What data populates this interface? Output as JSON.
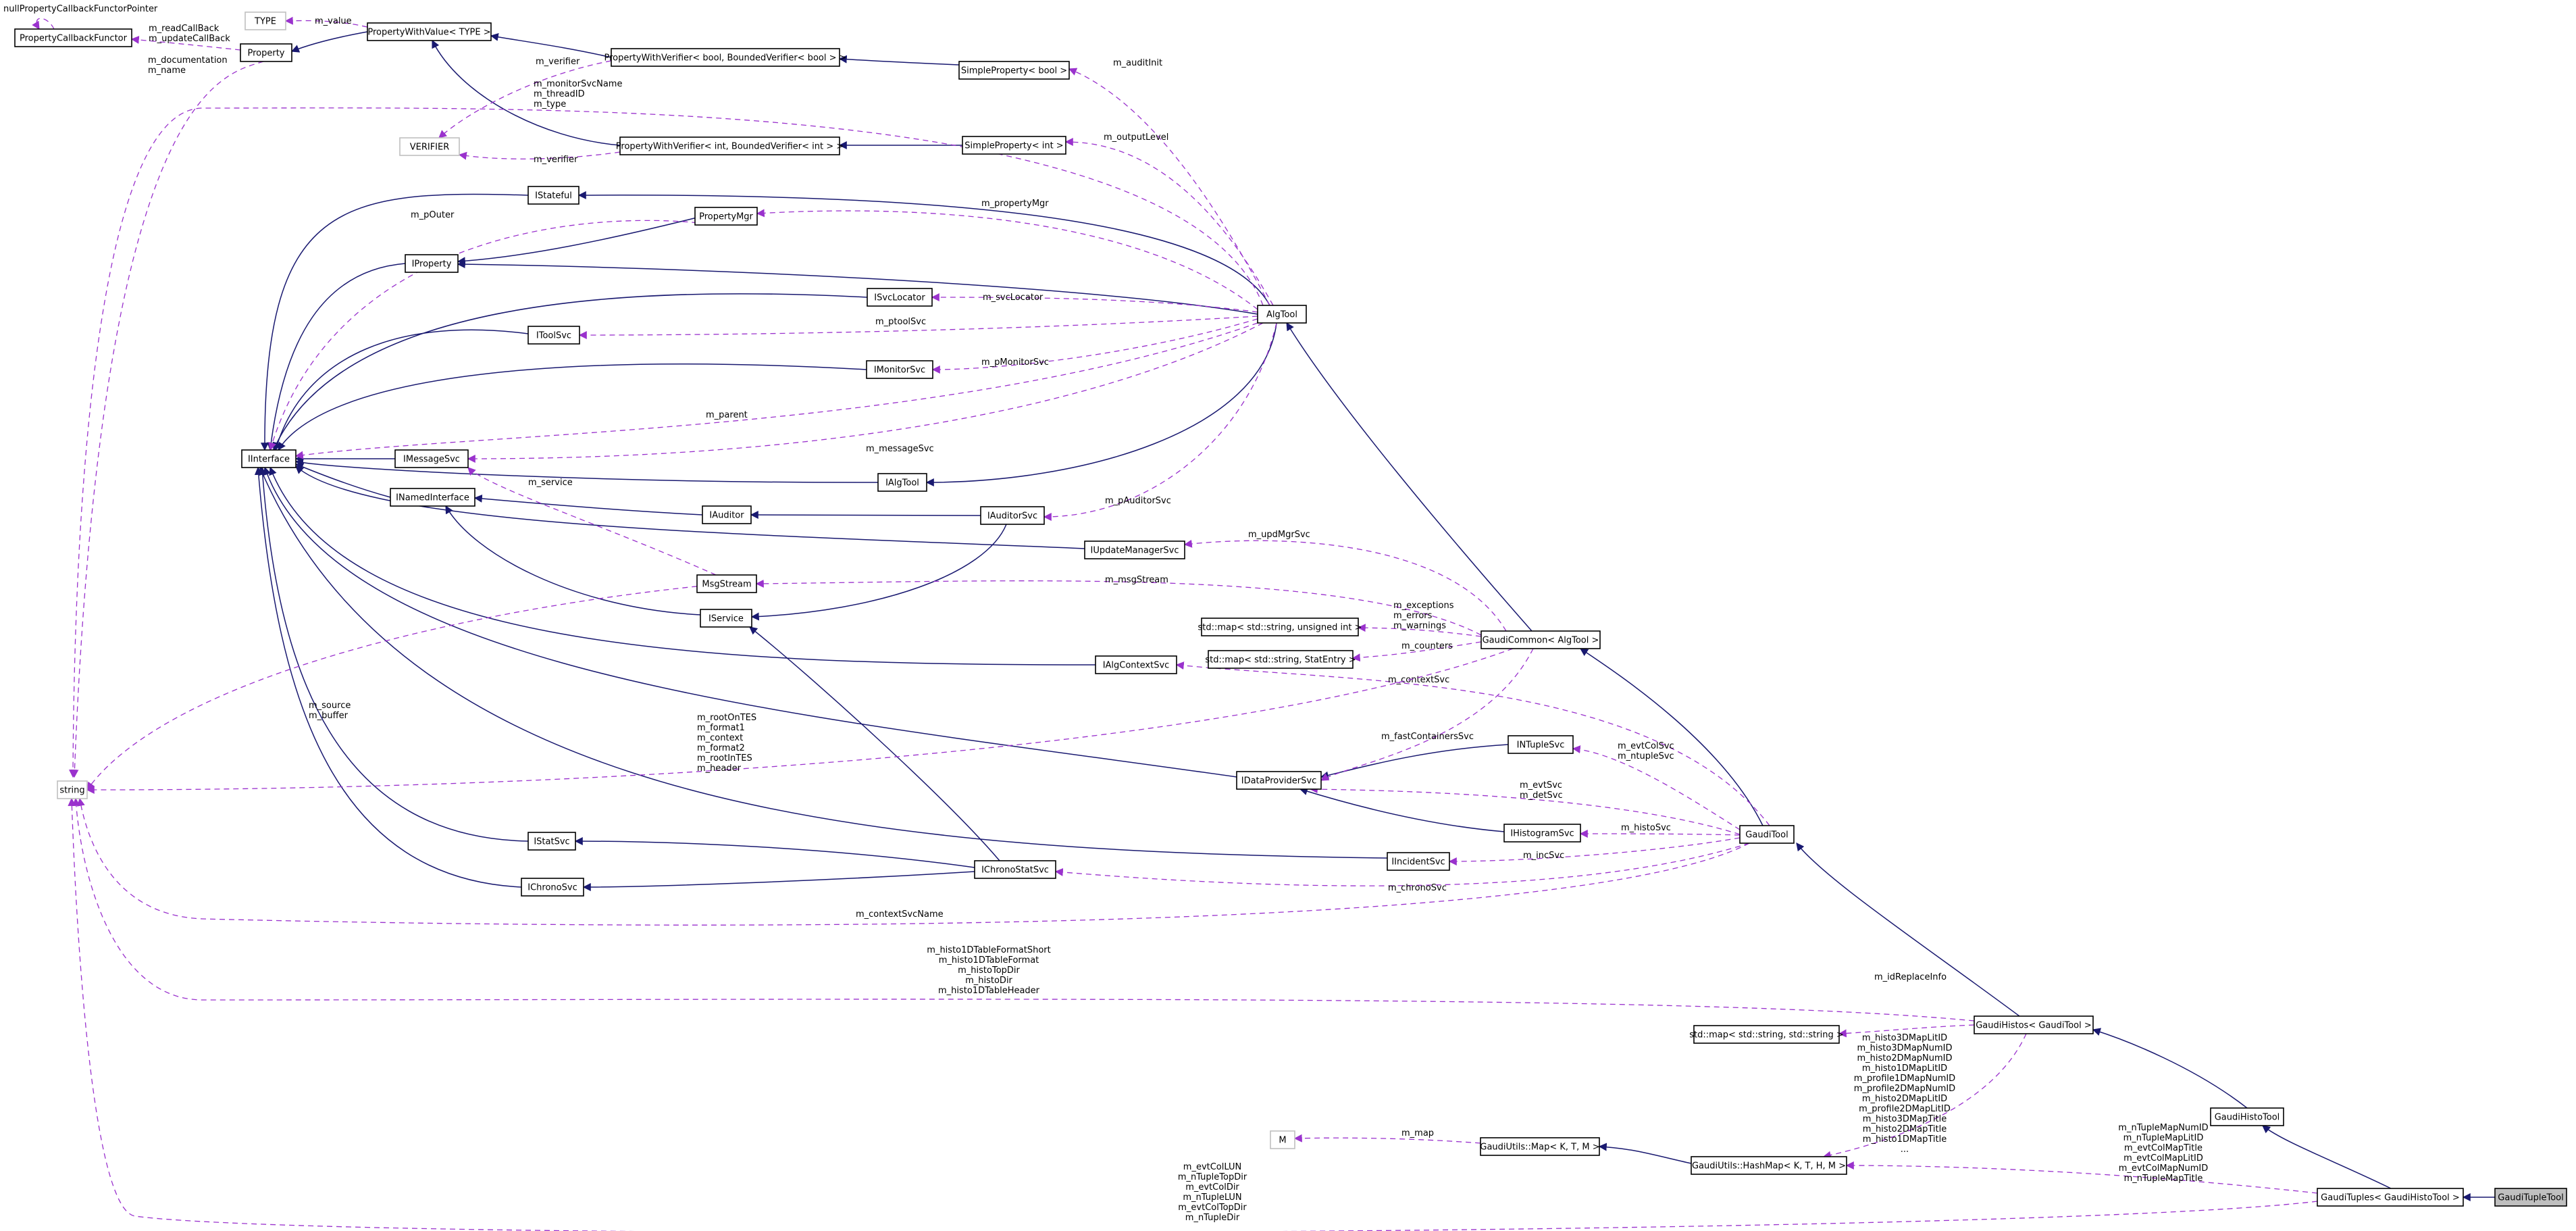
{
  "colors": {
    "inheritance_edge": "#191970",
    "usage_edge": "#9a32cd",
    "node_border": "#000000",
    "template_node_border": "#bfbfbf",
    "highlighted_node_fill": "#bfbfbf"
  },
  "nodes": {
    "TYPE": "TYPE",
    "PropertyWithValue": "PropertyWithValue< TYPE >",
    "PropertyCallbackFunctor": "PropertyCallbackFunctor",
    "Property": "Property",
    "PWV_bool": "PropertyWithVerifier< bool, BoundedVerifier< bool > >",
    "SimpleProperty_bool": "SimpleProperty< bool >",
    "VERIFIER": "VERIFIER",
    "PWV_int": "PropertyWithVerifier< int, BoundedVerifier< int > >",
    "SimpleProperty_int": "SimpleProperty< int >",
    "IStateful": "IStateful",
    "PropertyMgr": "PropertyMgr",
    "IProperty": "IProperty",
    "ISvcLocator": "ISvcLocator",
    "AlgTool": "AlgTool",
    "IToolSvc": "IToolSvc",
    "IMonitorSvc": "IMonitorSvc",
    "IInterface": "IInterface",
    "IMessageSvc": "IMessageSvc",
    "IAlgTool": "IAlgTool",
    "INamedInterface": "INamedInterface",
    "IAuditor": "IAuditor",
    "IAuditorSvc": "IAuditorSvc",
    "IUpdateManagerSvc": "IUpdateManagerSvc",
    "MsgStream": "MsgStream",
    "IService": "IService",
    "map_uint": "std::map< std::string, unsigned int >",
    "GaudiCommon": "GaudiCommon< AlgTool >",
    "map_stat": "std::map< std::string, StatEntry >",
    "IAlgContextSvc": "IAlgContextSvc",
    "INTupleSvc": "INTupleSvc",
    "string": "string",
    "IDataProviderSvc": "IDataProviderSvc",
    "IHistogramSvc": "IHistogramSvc",
    "IStatSvc": "IStatSvc",
    "IIncidentSvc": "IIncidentSvc",
    "GaudiTool": "GaudiTool",
    "IChronoStatSvc": "IChronoStatSvc",
    "IChronoSvc": "IChronoSvc",
    "GaudiHistos": "GaudiHistos< GaudiTool >",
    "map_string": "std::map< std::string, std::string >",
    "M": "M",
    "Map": "GaudiUtils::Map< K, T, M >",
    "HashMap": "GaudiUtils::HashMap< K, T, H, M >",
    "GaudiHistoTool": "GaudiHistoTool",
    "GaudiTuples": "GaudiTuples< GaudiHistoTool >",
    "GaudiTupleTool": "GaudiTupleTool"
  },
  "edge_labels": {
    "nullPropertyCallbackFunctorPointer": [
      "nullPropertyCallbackFunctorPointer"
    ],
    "m_value": [
      "m_value"
    ],
    "readCallBack": [
      "m_readCallBack",
      "m_updateCallBack"
    ],
    "verifier_bool": [
      "m_verifier"
    ],
    "auditInit": [
      "m_auditInit"
    ],
    "doc_name": [
      "m_documentation",
      "m_name"
    ],
    "monitorSvcName": [
      "m_monitorSvcName",
      "m_threadID",
      "m_type"
    ],
    "verifier_int": [
      "m_verifier"
    ],
    "outputLevel": [
      "m_outputLevel"
    ],
    "pOuter": [
      "m_pOuter"
    ],
    "propertyMgr": [
      "m_propertyMgr"
    ],
    "svcLocator": [
      "m_svcLocator"
    ],
    "ptoolSvc": [
      "m_ptoolSvc"
    ],
    "pMonitorSvc": [
      "m_pMonitorSvc"
    ],
    "parent": [
      "m_parent"
    ],
    "messageSvc": [
      "m_messageSvc"
    ],
    "service": [
      "m_service"
    ],
    "pAuditorSvc": [
      "m_pAuditorSvc"
    ],
    "updMgrSvc": [
      "m_updMgrSvc"
    ],
    "msgStream": [
      "m_msgStream"
    ],
    "exceptions": [
      "m_exceptions",
      "m_errors",
      "m_warnings"
    ],
    "counters": [
      "m_counters"
    ],
    "contextSvc": [
      "m_contextSvc"
    ],
    "source": [
      "m_source",
      "m_buffer"
    ],
    "rootOnTES": [
      "m_rootOnTES",
      "m_format1",
      "m_context",
      "m_format2",
      "m_rootInTES",
      "m_header"
    ],
    "fastContainersSvc": [
      "m_fastContainersSvc"
    ],
    "evtColSvc": [
      "m_evtColSvc",
      "m_ntupleSvc"
    ],
    "evtSvc": [
      "m_evtSvc",
      "m_detSvc"
    ],
    "histoSvc": [
      "m_histoSvc"
    ],
    "incSvc": [
      "m_incSvc"
    ],
    "chronoSvc": [
      "m_chronoSvc"
    ],
    "contextSvcName": [
      "m_contextSvcName"
    ],
    "histo1DTable": [
      "m_histo1DTableFormatShort",
      "m_histo1DTableFormat",
      "m_histoTopDir",
      "m_histoDir",
      "m_histo1DTableHeader"
    ],
    "idReplaceInfo": [
      "m_idReplaceInfo"
    ],
    "map": [
      "m_map"
    ],
    "histoMaps": [
      "m_histo3DMapLitID",
      "m_histo3DMapNumID",
      "m_histo2DMapNumID",
      "m_histo1DMapLitID",
      "m_profile1DMapNumID",
      "m_profile2DMapNumID",
      "m_histo2DMapLitID",
      "m_profile2DMapLitID",
      "m_histo3DMapTitle",
      "m_histo2DMapTitle",
      "m_histo1DMapTitle",
      "..."
    ],
    "nTupleMaps": [
      "m_nTupleMapNumID",
      "m_nTupleMapLitID",
      "m_evtColMapTitle",
      "m_evtColMapLitID",
      "m_evtColMapNumID",
      "m_nTupleMapTitle"
    ],
    "evtColLUN": [
      "m_evtColLUN",
      "m_nTupleTopDir",
      "m_evtColDir",
      "m_nTupleLUN",
      "m_evtColTopDir",
      "m_nTupleDir"
    ]
  }
}
